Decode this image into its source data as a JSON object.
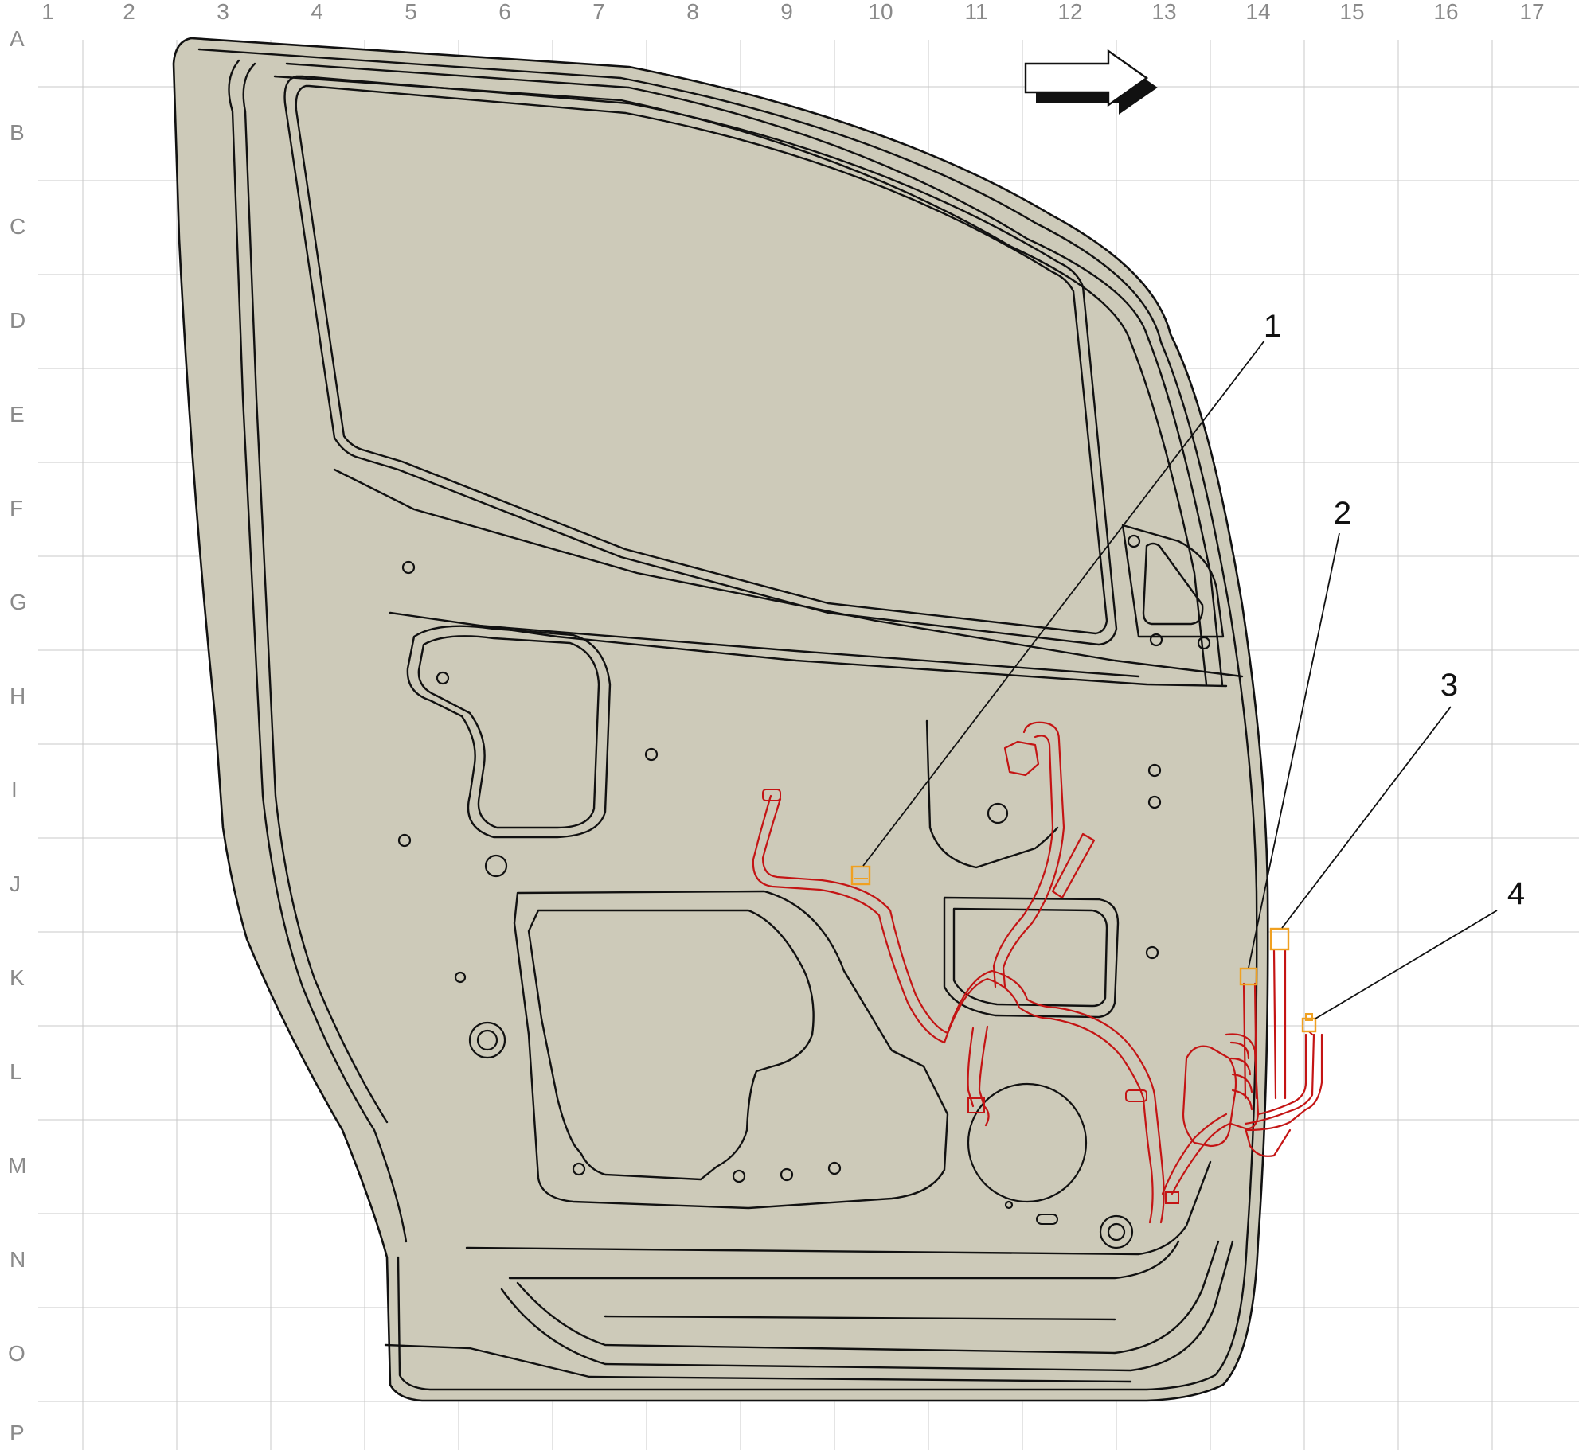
{
  "grid": {
    "columns": [
      "1",
      "2",
      "3",
      "4",
      "5",
      "6",
      "7",
      "8",
      "9",
      "10",
      "11",
      "12",
      "13",
      "14",
      "15",
      "16",
      "17"
    ],
    "rows": [
      "A",
      "B",
      "C",
      "D",
      "E",
      "F",
      "G",
      "H",
      "I",
      "J",
      "K",
      "L",
      "M",
      "N",
      "O",
      "P"
    ]
  },
  "callouts": [
    {
      "id": "1",
      "label": "1"
    },
    {
      "id": "2",
      "label": "2"
    },
    {
      "id": "3",
      "label": "3"
    },
    {
      "id": "4",
      "label": "4"
    }
  ],
  "icons": {
    "direction_arrow": "arrow-right-icon",
    "connector": "connector-icon"
  },
  "colors": {
    "door_fill": "#cdcab9",
    "outline": "#111111",
    "harness": "#c41414",
    "connector": "#f0a020",
    "grid": "#c8c8c8",
    "grid_label": "#8a8a8a"
  }
}
